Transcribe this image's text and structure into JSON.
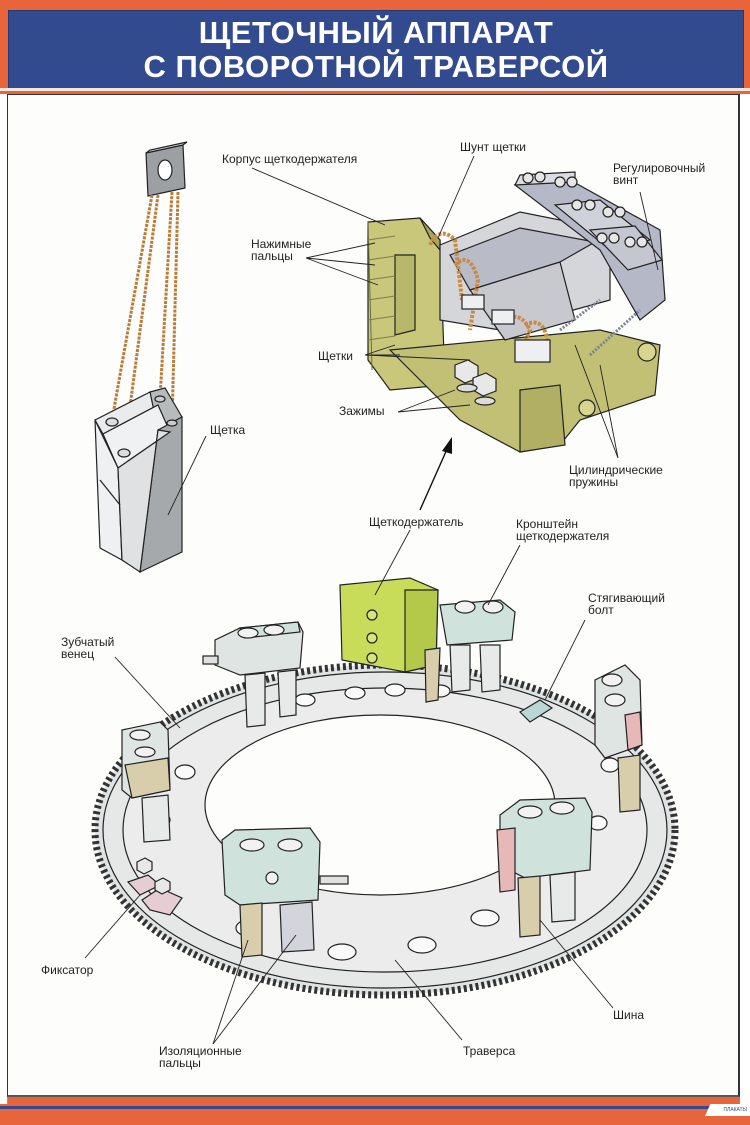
{
  "title": {
    "line1": "ЩЕТОЧНЫЙ АППАРАТ",
    "line2": "С ПОВОРОТНОЙ ТРАВЕРСОЙ"
  },
  "colors": {
    "frame_orange": "#e8643a",
    "title_blue": "#324b8f",
    "holder_olive": "#c9c77a",
    "holder_green": "#c8dc5a",
    "copper_shunt": "#c98a45",
    "traverse_grey": "#e4e6e6",
    "insulator_mint": "#cfe3dc",
    "fixator_pink": "#e6cdd3"
  },
  "labels": {
    "brush": "Щетка",
    "holder_body": "Корпус щеткодержателя",
    "brush_shunt": "Шунт щетки",
    "adjusting_screw": "Регулировочный\nвинт",
    "pressure_fingers": "Нажимные\nпальцы",
    "brushes": "Щетки",
    "clamps": "Зажимы",
    "cylindrical_springs": "Цилиндрические\nпружины",
    "brush_holder": "Щеткодержатель",
    "holder_bracket": "Кронштейн\nщеткодержателя",
    "tie_bolt": "Стягивающий\nболт",
    "toothed_rim": "Зубчатый\nвенец",
    "fixator": "Фиксатор",
    "insulating_fingers": "Изоляционные\nпальцы",
    "traverse": "Траверса",
    "bus_bar": "Шина"
  },
  "footer": {
    "logo_text": "ПЛАКАТЫ"
  }
}
